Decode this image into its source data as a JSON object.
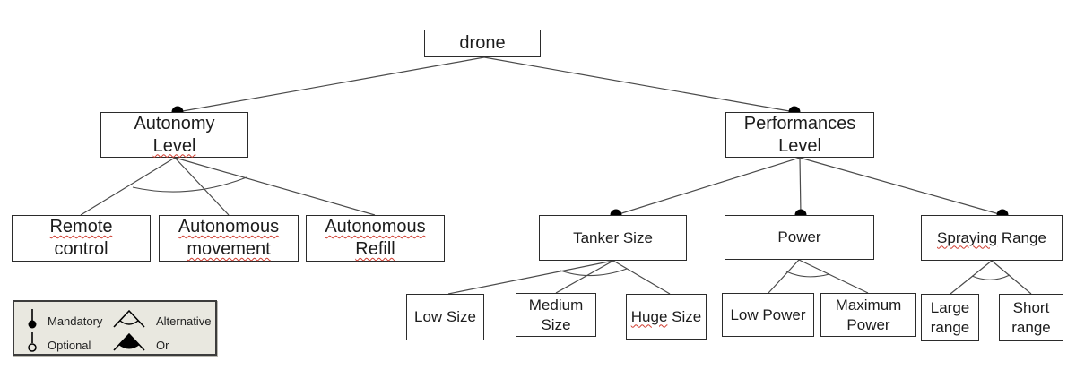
{
  "colors": {
    "line": "#4a4a4a",
    "box_border": "#2b2b2b",
    "box_fill": "#ffffff",
    "text": "#1c1c1c",
    "spellcheck_underline": "#cf3b2e",
    "legend_background": "#e9e8e0",
    "legend_border": "#3c3c3c",
    "mandatory_dot": "#000000"
  },
  "nodes": {
    "drone": {
      "label": "drone"
    },
    "autonomy": {
      "line1": "Autonomy",
      "line2": "Level"
    },
    "performances": {
      "line1": "Performances",
      "line2": "Level"
    },
    "remote": {
      "line1": "Remote",
      "line2": "control"
    },
    "movement": {
      "line1": "Autonomous",
      "line2": "movement"
    },
    "refill": {
      "line1": "Autonomous",
      "line2": "Refill"
    },
    "tanker": {
      "label": "Tanker Size"
    },
    "power": {
      "label": "Power"
    },
    "spraying": {
      "word1": "Spraying",
      "word2": " Range"
    },
    "low_size": {
      "label": "Low Size"
    },
    "medium_size": {
      "line1": "Medium",
      "line2": "Size"
    },
    "huge_size": {
      "word1": "Huge",
      "word2": " Size"
    },
    "low_power": {
      "label": "Low Power"
    },
    "maximum_power": {
      "line1": "Maximum",
      "line2": "Power"
    },
    "large_range": {
      "line1": "Large",
      "line2": "range"
    },
    "short_range": {
      "line1": "Short",
      "line2": "range"
    }
  },
  "legend": {
    "mandatory": "Mandatory",
    "optional": "Optional",
    "alternative": "Alternative",
    "or": "Or"
  }
}
